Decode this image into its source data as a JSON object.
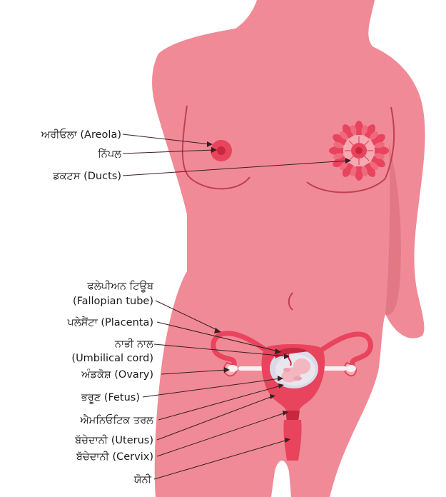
{
  "diagram": {
    "labels": {
      "areola": "ਅਰੀਓਲਾ (Areola)",
      "nipple": "ਨਿੱਪਲ",
      "ducts": "ਡਕਟਸ (Ducts)",
      "fallopian_pa": "ਫਲੇਪੀਅਨ ਟਿਊਬ",
      "fallopian_en": "(Fallopian tube)",
      "placenta": "ਪਲੇਸੈਂਟਾ (Placenta)",
      "umbilical_pa": "ਨਾਭੀ ਨਾਲ",
      "umbilical_en": "(Umbilical cord)",
      "ovary": "ਅੰਡਕੋਸ਼ (Ovary)",
      "fetus": "ਭਰੂਣ (Fetus)",
      "amniotic": "ਐਮਨਿਓਟਿਕ ਤਰਲ",
      "uterus": "ਬੱਚੇਦਾਨੀ (Uterus)",
      "cervix": "ਬੱਚੇਦਾਨੀ (Cervix)",
      "vagina": "ਯੋਨੀ"
    },
    "colors": {
      "skin": "#f08a96",
      "skin_light": "#f6a9b2",
      "outline": "#c0404f",
      "organ": "#e8445d",
      "organ_dark": "#c8283f",
      "sac": "#dcd9e6",
      "leader": "#3a1e22"
    }
  }
}
